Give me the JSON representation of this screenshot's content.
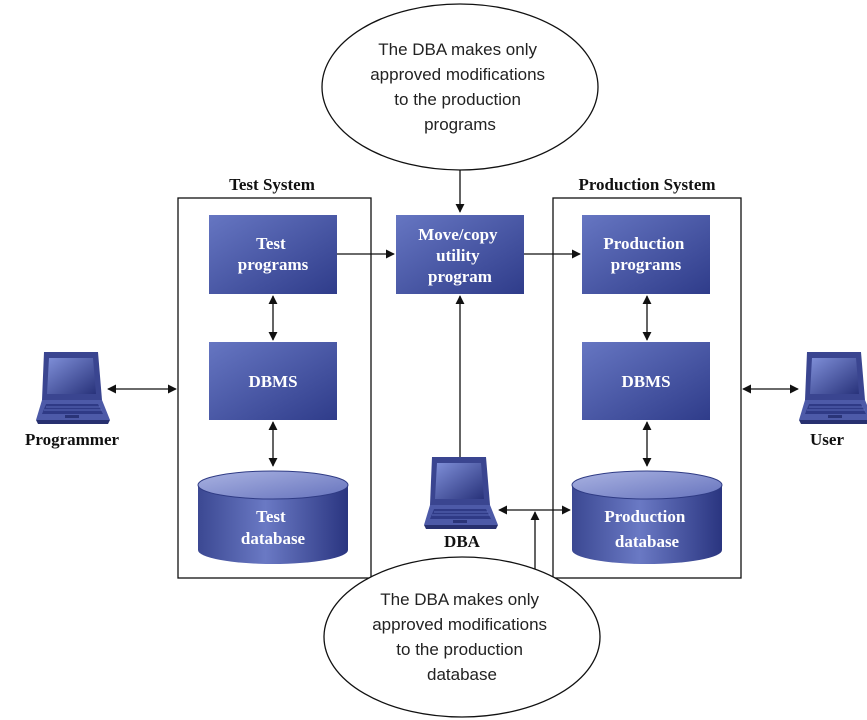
{
  "notes": {
    "top": [
      "The DBA makes only",
      "approved modifications",
      "to the production",
      "programs"
    ],
    "bottom": [
      "The DBA makes only",
      "approved modifications",
      "to the production",
      "database"
    ]
  },
  "test_system": {
    "title": "Test System",
    "programs": [
      "Test",
      "programs"
    ],
    "dbms": "DBMS",
    "database": [
      "Test",
      "database"
    ]
  },
  "production_system": {
    "title": "Production System",
    "programs": [
      "Production",
      "programs"
    ],
    "dbms": "DBMS",
    "database": [
      "Production",
      "database"
    ]
  },
  "utility": [
    "Move/copy",
    "utility",
    "program"
  ],
  "actors": {
    "programmer": "Programmer",
    "dba": "DBA",
    "user": "User"
  },
  "icons": {
    "computer": "laptop-computer-icon"
  },
  "colors": {
    "box_light": "#5d6db8",
    "box_dark": "#2e3b86",
    "line": "#111111"
  }
}
